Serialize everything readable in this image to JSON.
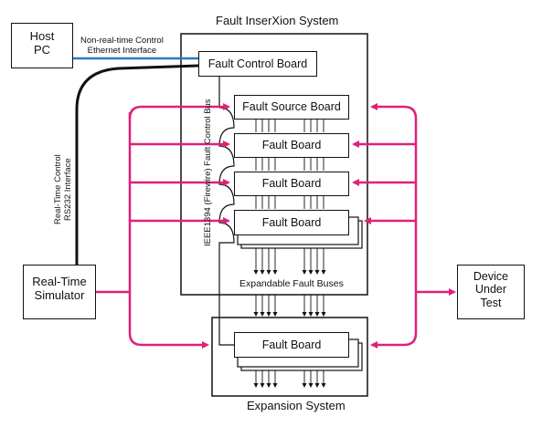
{
  "colors": {
    "pink": "#e0207a",
    "blue": "#2b7bbf",
    "black": "#111111"
  },
  "host_pc": {
    "line1": "Host",
    "line2": "PC"
  },
  "ethernet_link": {
    "line1": "Non-real-time Control",
    "line2": "Ethernet Interface"
  },
  "rs232_link": {
    "line1": "Real-Time Control",
    "line2": "RS232 Interface"
  },
  "fault_system": {
    "title": "Fault InserXion System",
    "control_board": "Fault Control Board",
    "bus_label": "IEEE1394 (Firewire) Fault Control Bus",
    "source_board": "Fault Source Board",
    "fault_boards": [
      "Fault  Board",
      "Fault  Board",
      "Fault  Board"
    ],
    "bus_caption": "Expandable Fault Buses"
  },
  "expansion_system": {
    "title": "Expansion System",
    "fault_board": "Fault  Board"
  },
  "simulator": {
    "line1": "Real-Time",
    "line2": "Simulator"
  },
  "dut": {
    "line1": "Device",
    "line2": "Under",
    "line3": "Test"
  }
}
